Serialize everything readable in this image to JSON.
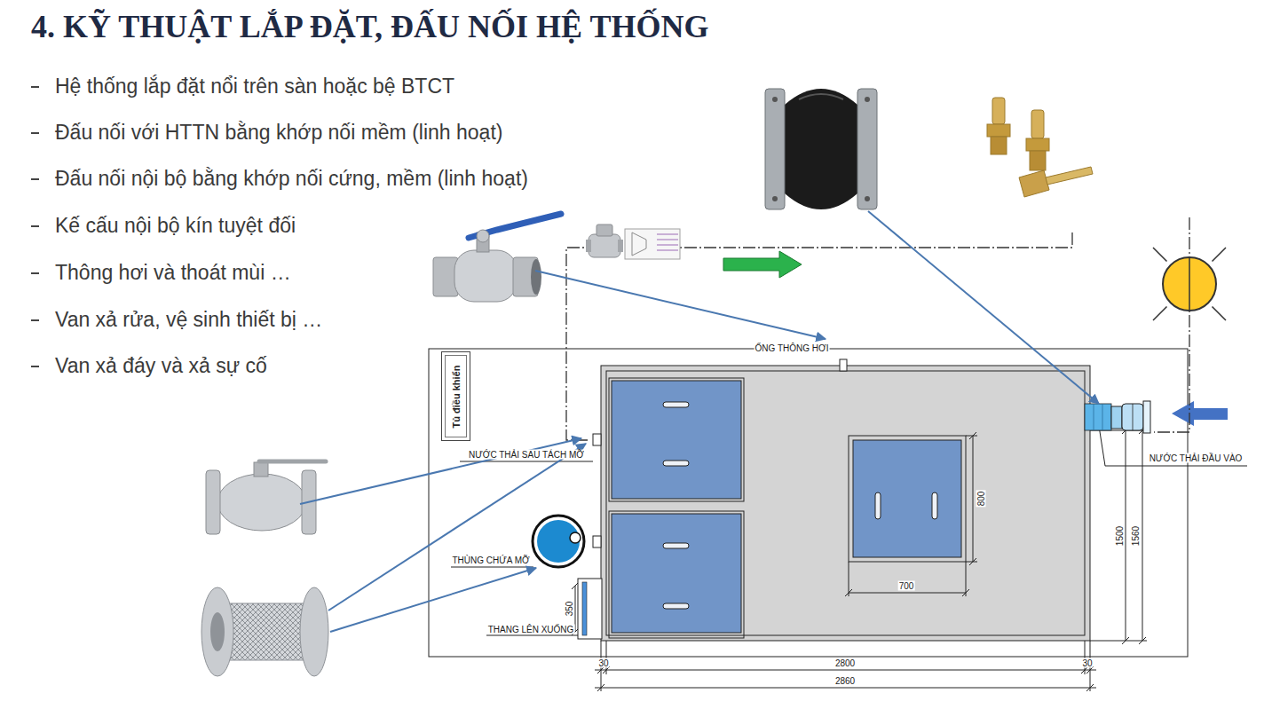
{
  "diagram": {
    "title": "4. KỸ THUẬT LẮP ĐẶT, ĐẤU NỐI HỆ THỐNG",
    "nodes": [
      {
        "text": [
          "Tủ điều khiển"
        ]
      }
    ],
    "labels": [
      "Hệ thống lắp đặt nổi trên sàn hoặc bệ BTCT",
      "Đấu nối với HTTN bằng khớp nối mềm (linh hoạt)",
      "Đấu nối nội bộ bằng khớp nối cứng, mềm (linh hoạt)",
      "Kế cấu nội bộ kín tuyệt đối",
      "Thông hơi và thoát mùi …",
      "Van xả rửa, vệ sinh thiết bị …",
      "Van xả đáy và xả sự cố",
      "ỐNG THÔNG HƠI",
      "NƯỚC THẢI SAU TÁCH MỠ",
      "THÙNG CHỨA MỠ",
      "THANG LÊN XUỐNG",
      "NƯỚC THẢI ĐẦU VÀO",
      "800",
      "700",
      "350",
      "1500",
      "1560",
      "30",
      "2800",
      "30",
      "2860"
    ]
  }
}
